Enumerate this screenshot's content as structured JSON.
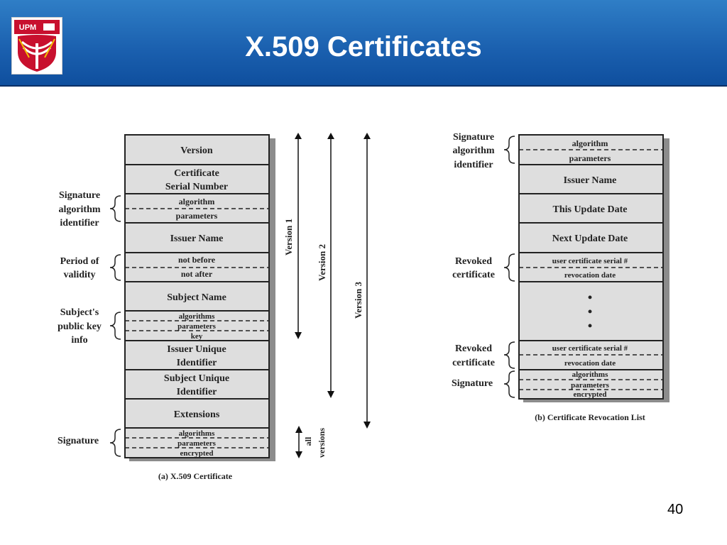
{
  "header": {
    "title": "X.509 Certificates",
    "logo_text": "UPM",
    "accent": "#1a5fae"
  },
  "cert_a": {
    "caption": "(a) X.509 Certificate",
    "rows": {
      "version": "Version",
      "serial1": "Certificate",
      "serial2": "Serial Number",
      "algorithm": "algorithm",
      "parameters": "parameters",
      "issuer": "Issuer Name",
      "not_before": "not before",
      "not_after": "not after",
      "subject": "Subject Name",
      "pk_algorithms": "algorithms",
      "pk_parameters": "parameters",
      "pk_key": "key",
      "issuer_uid1": "Issuer Unique",
      "issuer_uid2": "Identifier",
      "subject_uid1": "Subject Unique",
      "subject_uid2": "Identifier",
      "extensions": "Extensions",
      "sig_algorithms": "algorithms",
      "sig_parameters": "parameters",
      "sig_encrypted": "encrypted"
    },
    "labels": {
      "sig_alg1": "Signature",
      "sig_alg2": "algorithm",
      "sig_alg3": "identifier",
      "period1": "Period of",
      "period2": "validity",
      "pubkey1": "Subject's",
      "pubkey2": "public key",
      "pubkey3": "info",
      "signature": "Signature"
    },
    "versions": {
      "v1": "Version 1",
      "v2": "Version 2",
      "v3": "Version 3",
      "all1": "all",
      "all2": "versions"
    }
  },
  "crl_b": {
    "caption": "(b) Certificate Revocation List",
    "rows": {
      "algorithm": "algorithm",
      "parameters": "parameters",
      "issuer": "Issuer Name",
      "this_update": "This Update Date",
      "next_update": "Next Update Date",
      "user_serial1": "user certificate serial #",
      "revocation1": "revocation date",
      "dots": "•",
      "user_serial2": "user certificate serial #",
      "revocation2": "revocation date",
      "sig_algorithms": "algorithms",
      "sig_parameters": "parameters",
      "sig_encrypted": "encrypted"
    },
    "labels": {
      "sig_alg1": "Signature",
      "sig_alg2": "algorithm",
      "sig_alg3": "identifier",
      "revoked1a": "Revoked",
      "revoked1b": "certificate",
      "revoked2a": "Revoked",
      "revoked2b": "certificate",
      "signature": "Signature"
    }
  },
  "footer": {
    "page_number": "40"
  }
}
